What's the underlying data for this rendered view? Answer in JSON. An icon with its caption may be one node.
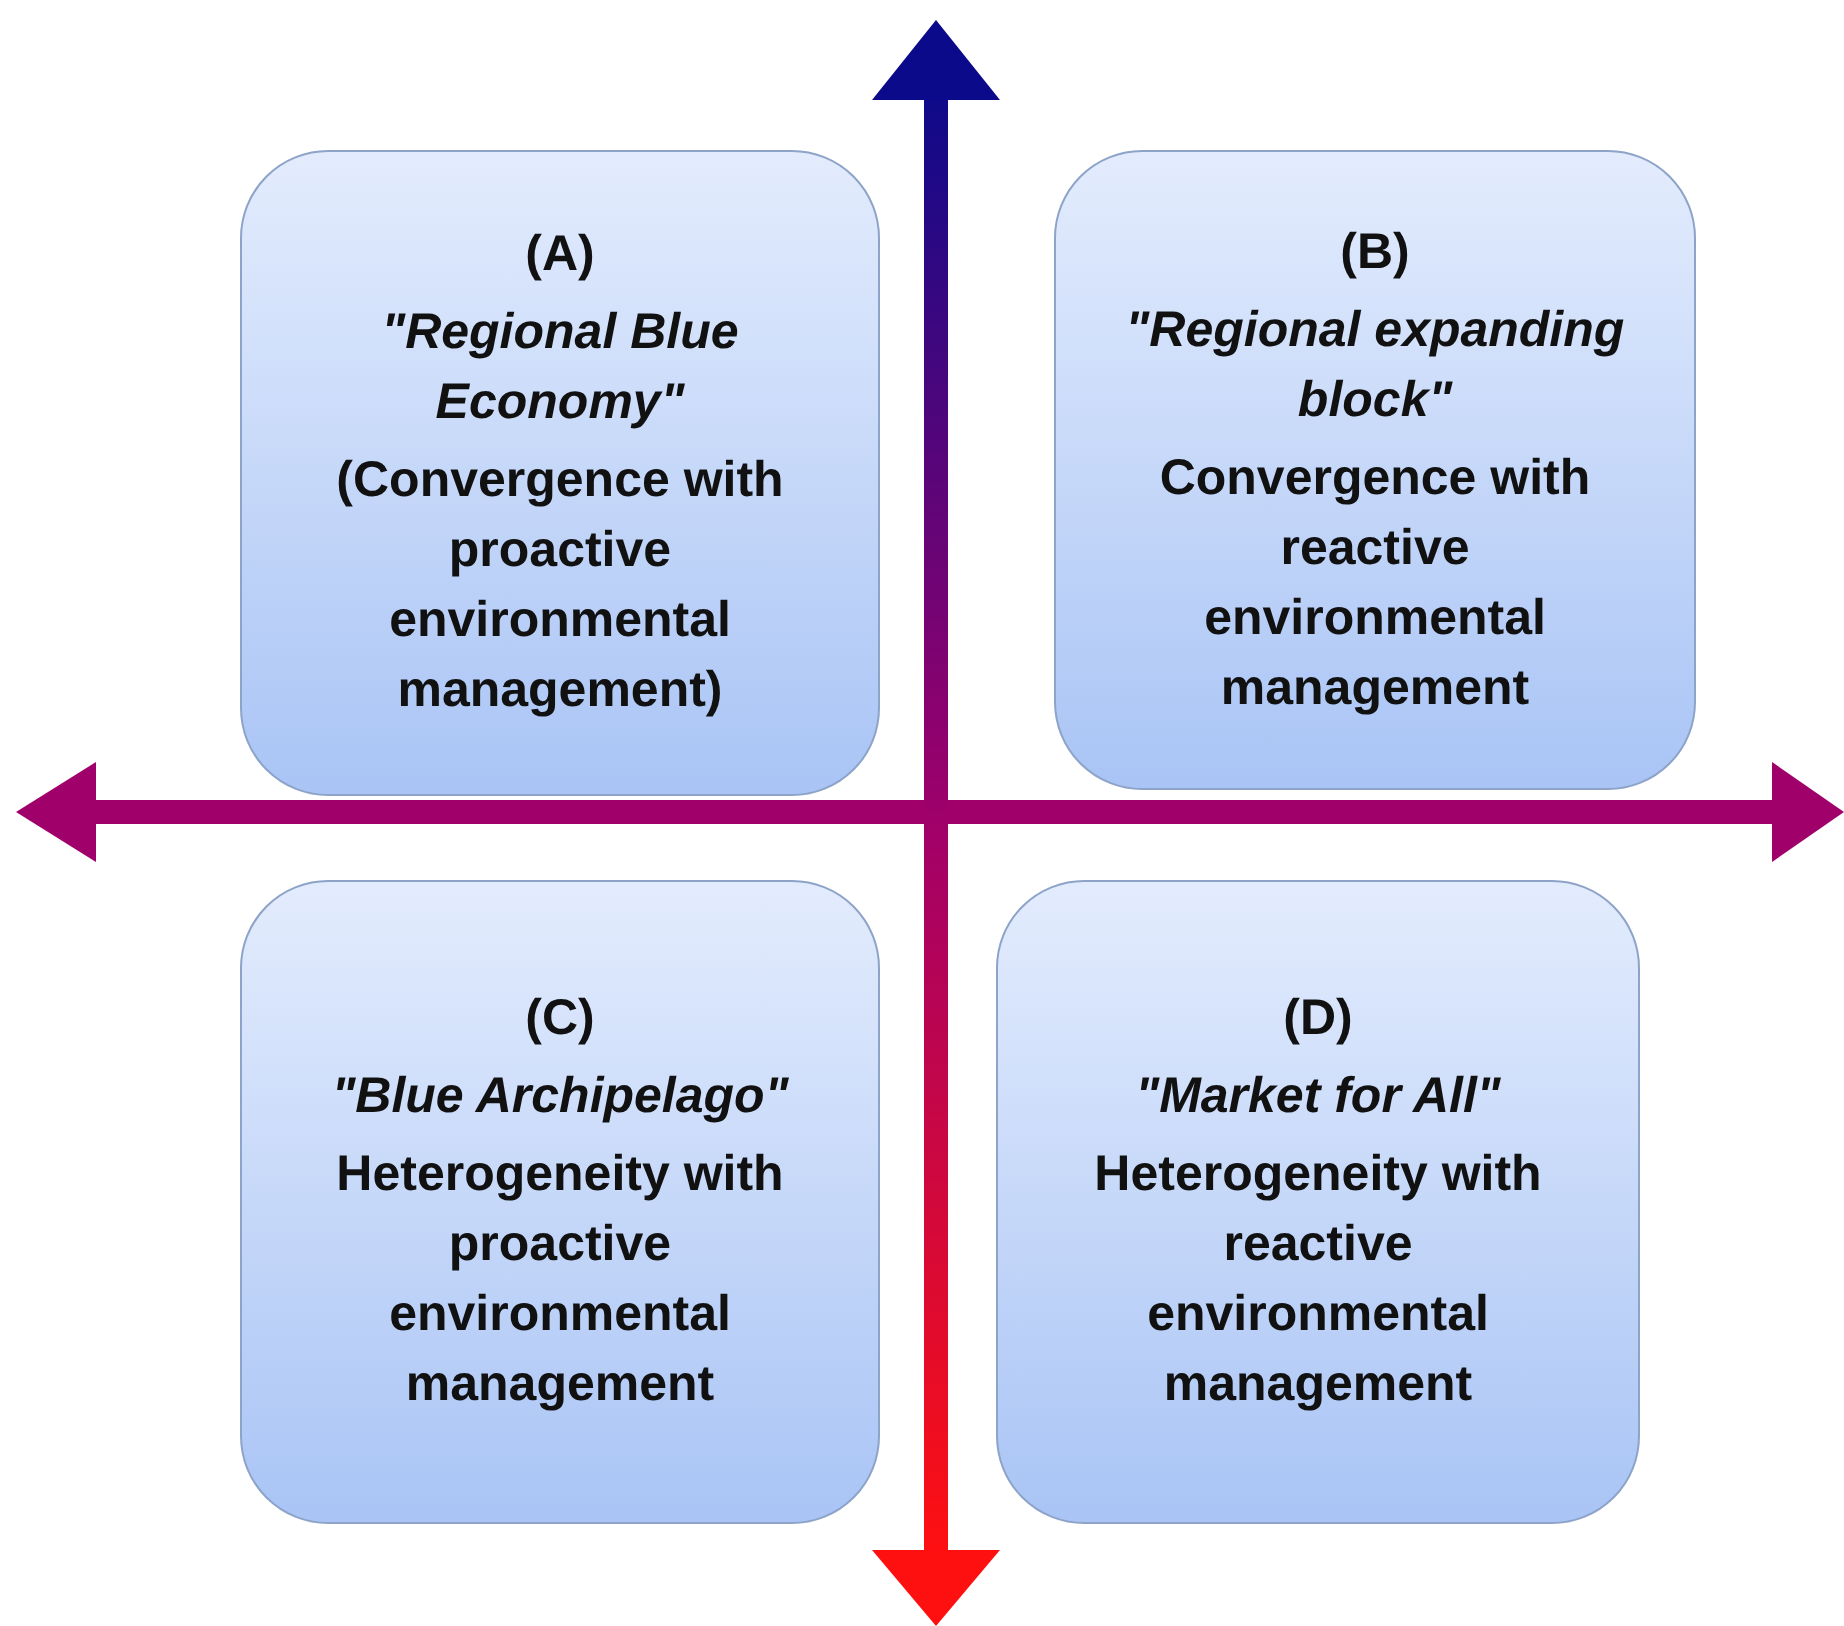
{
  "diagram": {
    "nodes": [
      {
        "text": [
          "(A)",
          "\"Regional Blue Economy\"",
          "(Convergence with proactive environmental management)"
        ]
      },
      {
        "text": [
          "(B)",
          "\"Regional expanding block\"",
          "Convergence with reactive environmental management"
        ]
      },
      {
        "text": [
          "(C)",
          "\"Blue Archipelago\"",
          "Heterogeneity with proactive environmental management"
        ]
      },
      {
        "text": [
          "(D)",
          "\"Market for All\"",
          "Heterogeneity with reactive environmental management"
        ]
      }
    ],
    "edges": []
  }
}
